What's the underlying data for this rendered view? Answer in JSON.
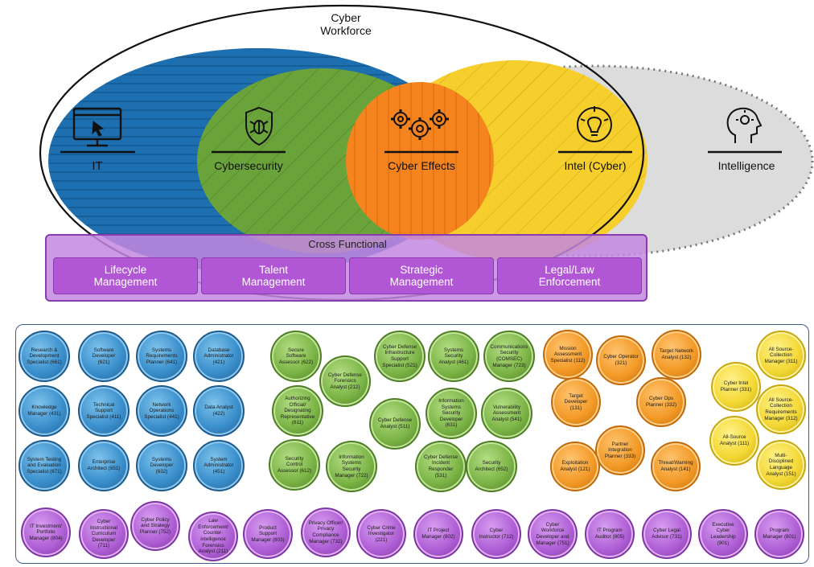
{
  "venn": {
    "workforce_title": [
      "Cyber",
      "Workforce"
    ],
    "it": "IT",
    "cybersecurity": "Cybersecurity",
    "cyber_effects": "Cyber Effects",
    "intel_cyber": "Intel (Cyber)",
    "intelligence": "Intelligence",
    "cross_functional": "Cross Functional",
    "cross_boxes": [
      [
        "Lifecycle",
        "Management"
      ],
      [
        "Talent",
        "Management"
      ],
      [
        "Strategic",
        "Management"
      ],
      [
        "Legal/Law",
        "Enforcement"
      ]
    ],
    "colors": {
      "it": "#1d6fb0",
      "cybersecurity": "#6aa33a",
      "cyber_effects": "#f5841f",
      "intel": "#f6cf2d",
      "intelligence": "#dcdcdc",
      "cross": "#b157d6"
    }
  },
  "roles": {
    "it": [
      [
        "Research &",
        "Development",
        "Specialist (661)"
      ],
      [
        "Software",
        "Developer",
        "(621)"
      ],
      [
        "Systems",
        "Requirements",
        "Planner (641)"
      ],
      [
        "Database",
        "Administrator",
        "(421)"
      ],
      [
        "Knowledge",
        "Manager (431)"
      ],
      [
        "Technical",
        "Support",
        "Specialist (411)"
      ],
      [
        "Network",
        "Operations",
        "Specialist (441)"
      ],
      [
        "Data Analyst",
        "(422)"
      ],
      [
        "System Testing",
        "and Evaluation",
        "Specialist (671)"
      ],
      [
        "Enterprise",
        "Architect (651)"
      ],
      [
        "Systems",
        "Developer",
        "(632)"
      ],
      [
        "System",
        "Administrator",
        "(451)"
      ]
    ],
    "cybersecurity": [
      [
        "Secure",
        "Software",
        "Assessor (622)"
      ],
      [
        "Cyber Defense",
        "Forensics",
        "Analyst (212)"
      ],
      [
        "Cyber Defense",
        "Infrastructure",
        "Support",
        "Specialist (521)"
      ],
      [
        "Systems",
        "Security",
        "Analyst (461)"
      ],
      [
        "Communications",
        "Security",
        "(COMSEC)",
        "Manager (723)"
      ],
      [
        "Authorizing",
        "Official/",
        "Designating",
        "Representative",
        "(611)"
      ],
      [
        "Cyber Defense",
        "Analyst (511)"
      ],
      [
        "Information",
        "Systems",
        "Security",
        "Developer",
        "(631)"
      ],
      [
        "Vulnerability",
        "Assessment",
        "Analyst (541)"
      ],
      [
        "Security",
        "Control",
        "Assessor (612)"
      ],
      [
        "Information",
        "Systems",
        "Security",
        "Manager (722)"
      ],
      [
        "Cyber Defense",
        "Incident",
        "Responder",
        "(531)"
      ],
      [
        "Security",
        "Architect (652)"
      ]
    ],
    "cyber_effects": [
      [
        "Mission",
        "Assessment",
        "Specialist (112)"
      ],
      [
        "Cyber Operator",
        "(321)"
      ],
      [
        "Target Network",
        "Analyst (132)"
      ],
      [
        "Target",
        "Developer",
        "(131)"
      ],
      [
        "Cyber Ops",
        "Planner (332)"
      ],
      [
        "Partner",
        "Integration",
        "Planner (333)"
      ],
      [
        "Exploitation",
        "Analyst (121)"
      ],
      [
        "Threat/Warning",
        "Analyst (141)"
      ]
    ],
    "intel": [
      [
        "All Source-",
        "Collection",
        "Manager (311)"
      ],
      [
        "Cyber Intel",
        "Planner (331)"
      ],
      [
        "All Source-",
        "Collection",
        "Requirements",
        "Manager (312)"
      ],
      [
        "All-Source",
        "Analyst (111)"
      ],
      [
        "Multi-",
        "Disciplined",
        "Language",
        "Analyst (151)"
      ]
    ],
    "cross": [
      [
        "IT Investment/",
        "Portfolio",
        "Manager (804)"
      ],
      [
        "Cyber",
        "Instructional",
        "Curriculum",
        "Developer",
        "(711)"
      ],
      [
        "Cyber Policy",
        "and Strategy",
        "Planner (752)"
      ],
      [
        "Law",
        "Enforcement/",
        "Counter-",
        "intelligence",
        "Forensics",
        "Analyst (211)"
      ],
      [
        "Product",
        "Support",
        "Manager (803)"
      ],
      [
        "Privacy Officer/",
        "Privacy",
        "Compliance",
        "Manager (732)"
      ],
      [
        "Cyber Crime",
        "Investigator",
        "(221)"
      ],
      [
        "IT Project",
        "Manager (802)"
      ],
      [
        "Cyber",
        "Instructor (712)"
      ],
      [
        "Cyber",
        "Workforce",
        "Developer and",
        "Manager (751)"
      ],
      [
        "IT Program",
        "Auditor (805)"
      ],
      [
        "Cyber Legal",
        "Advisor (731)"
      ],
      [
        "Executive",
        "Cyber",
        "Leadership",
        "(901)"
      ],
      [
        "Program",
        "Manager (801)"
      ]
    ]
  }
}
